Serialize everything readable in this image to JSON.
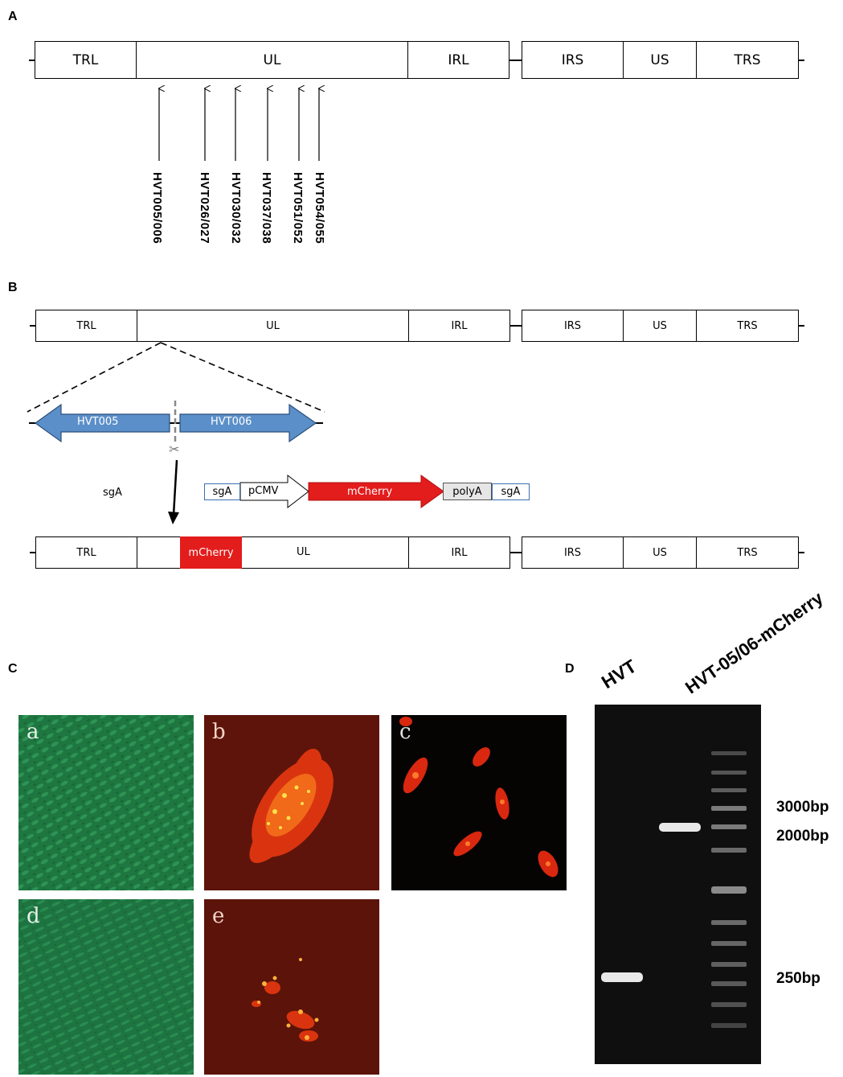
{
  "panels": {
    "a": "A",
    "b": "B",
    "c": "C",
    "d": "D"
  },
  "genome_segments": [
    "TRL",
    "UL",
    "IRL",
    "IRS",
    "US",
    "TRS"
  ],
  "insertion_sites": [
    "HVT005/006",
    "HVT026/027",
    "HVT030/032",
    "HVT037/038",
    "HVT051/052",
    "HVT054/055"
  ],
  "panel_b": {
    "genes": [
      "HVT005",
      "HVT006"
    ],
    "guide_label": "sgA",
    "donor_parts": [
      "sgA",
      "pCMV",
      "mCherry",
      "polyA",
      "sgA"
    ],
    "recombinant_insert": "mCherry",
    "recombinant_segments": [
      "TRL",
      "UL",
      "IRL",
      "IRS",
      "US",
      "TRS"
    ]
  },
  "micrographs": [
    "a",
    "b",
    "c",
    "d",
    "e"
  ],
  "gel": {
    "lanes": [
      "HVT",
      "HVT-05/06-mCherry"
    ],
    "markers": [
      "3000bp",
      "2000bp",
      "250bp"
    ]
  },
  "colors": {
    "gene_arrow": "#5b8fc9",
    "mcherry": "#e31c1c",
    "polyA": "#e6e6e6",
    "gel_bg": "#101010"
  }
}
